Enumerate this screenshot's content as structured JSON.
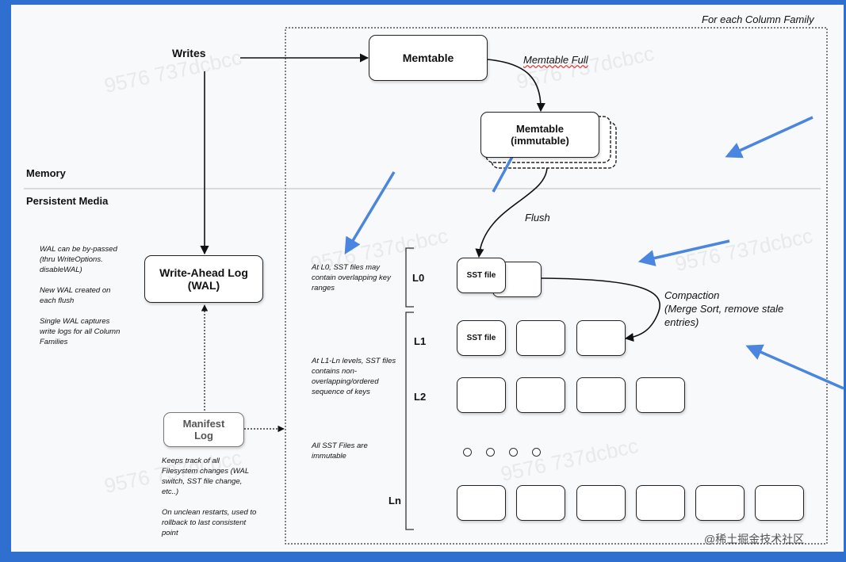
{
  "header": {
    "column_family_label": "For each Column Family"
  },
  "regions": {
    "memory": "Memory",
    "persistent": "Persistent Media"
  },
  "nodes": {
    "writes": "Writes",
    "memtable": "Memtable",
    "memtable_full": "Memtable Full",
    "immutable_memtable": "Memtable\n(immutable)",
    "flush": "Flush",
    "wal": "Write-Ahead Log\n(WAL)",
    "manifest": "Manifest\nLog",
    "compaction": "Compaction\n(Merge Sort, remove stale\nentries)",
    "sst_file": "SST file"
  },
  "levels": {
    "l0": "L0",
    "l1": "L1",
    "l2": "L2",
    "ln": "Ln"
  },
  "notes": {
    "wal_bypass": "WAL can be by-passed\n(thru WriteOptions.\ndisableWAL)",
    "new_wal": "New WAL created on\neach flush",
    "single_wal": "Single WAL captures\nwrite logs for all Column\nFamilies",
    "l0_note": "At L0, SST files may\ncontain overlapping key\nranges",
    "l1_note": "At L1-Ln levels, SST files\ncontains non-\noverlapping/ordered\nsequence of keys",
    "immutable_note": "All SST Files are\nimmutable",
    "manifest_note": "Keeps track of all\nFilesystem changes (WAL\nswitch, SST file change,\netc..)",
    "unclean_note": "On unclean restarts, used to\nrollback to last consistent\npoint"
  },
  "watermarks": [
    "9576 737dcbcc",
    "9576 737dcbcc",
    "9576 737dcbcc",
    "9576 737dcbcc",
    "9576 737dcbcc",
    "9576 737dcbcc"
  ],
  "footer": {
    "credit": "@稀土掘金技术社区"
  },
  "colors": {
    "background": "#2f6fd0",
    "panel": "#f8f9fb",
    "annotation_arrow": "#4a86e0"
  }
}
